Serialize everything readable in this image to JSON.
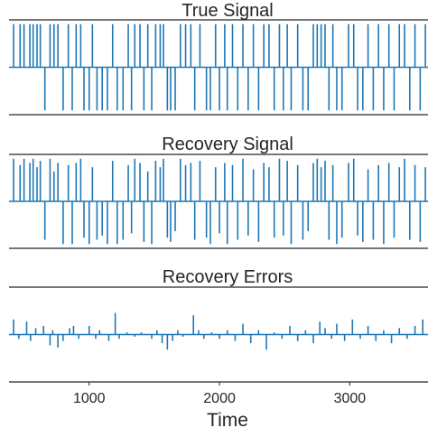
{
  "chart_data": {
    "type": "line",
    "xlabel": "Time",
    "x_ticks": [
      1000,
      2000,
      3000
    ],
    "x_range": [
      385,
      3600
    ],
    "grid": false,
    "line_color": "#1f77b4",
    "panels": [
      {
        "title": "True Signal",
        "ylim": [
          -1.1,
          1.1
        ],
        "spikes": [
          [
            420,
            1
          ],
          [
            470,
            1
          ],
          [
            500,
            1
          ],
          [
            545,
            1
          ],
          [
            570,
            1
          ],
          [
            600,
            1
          ],
          [
            625,
            1
          ],
          [
            660,
            -1
          ],
          [
            700,
            1
          ],
          [
            730,
            1
          ],
          [
            760,
            1
          ],
          [
            800,
            -1
          ],
          [
            840,
            1
          ],
          [
            870,
            -1
          ],
          [
            900,
            1
          ],
          [
            935,
            1
          ],
          [
            960,
            -1
          ],
          [
            1000,
            -1
          ],
          [
            1025,
            1
          ],
          [
            1060,
            -1
          ],
          [
            1100,
            -1
          ],
          [
            1140,
            -1
          ],
          [
            1180,
            1
          ],
          [
            1215,
            -1
          ],
          [
            1260,
            -1
          ],
          [
            1300,
            1
          ],
          [
            1325,
            -1
          ],
          [
            1350,
            1
          ],
          [
            1390,
            1
          ],
          [
            1420,
            -1
          ],
          [
            1450,
            1
          ],
          [
            1480,
            -1
          ],
          [
            1510,
            1
          ],
          [
            1545,
            1
          ],
          [
            1570,
            1
          ],
          [
            1600,
            -1
          ],
          [
            1625,
            -1
          ],
          [
            1660,
            -1
          ],
          [
            1700,
            1
          ],
          [
            1740,
            1
          ],
          [
            1780,
            1
          ],
          [
            1810,
            -1
          ],
          [
            1850,
            1
          ],
          [
            1900,
            -1
          ],
          [
            1930,
            -1
          ],
          [
            1970,
            1
          ],
          [
            2000,
            -1
          ],
          [
            2040,
            1
          ],
          [
            2060,
            -1
          ],
          [
            2100,
            1
          ],
          [
            2140,
            -1
          ],
          [
            2180,
            1
          ],
          [
            2220,
            -1
          ],
          [
            2260,
            1
          ],
          [
            2300,
            -1
          ],
          [
            2340,
            1
          ],
          [
            2380,
            1
          ],
          [
            2420,
            -1
          ],
          [
            2460,
            1
          ],
          [
            2490,
            -1
          ],
          [
            2520,
            1
          ],
          [
            2550,
            -1
          ],
          [
            2600,
            1
          ],
          [
            2640,
            -1
          ],
          [
            2680,
            -1
          ],
          [
            2720,
            1
          ],
          [
            2750,
            1
          ],
          [
            2780,
            1
          ],
          [
            2810,
            1
          ],
          [
            2840,
            -1
          ],
          [
            2870,
            1
          ],
          [
            2900,
            -1
          ],
          [
            2940,
            -1
          ],
          [
            2990,
            1
          ],
          [
            3030,
            1
          ],
          [
            3060,
            -1
          ],
          [
            3100,
            -1
          ],
          [
            3140,
            1
          ],
          [
            3180,
            -1
          ],
          [
            3220,
            1
          ],
          [
            3260,
            -1
          ],
          [
            3300,
            1
          ],
          [
            3340,
            -1
          ],
          [
            3380,
            1
          ],
          [
            3420,
            1
          ],
          [
            3460,
            -1
          ],
          [
            3500,
            1
          ],
          [
            3540,
            -1
          ],
          [
            3580,
            1
          ]
        ]
      },
      {
        "title": "Recovery Signal",
        "ylim": [
          -1.1,
          1.1
        ],
        "spikes": [
          [
            420,
            1
          ],
          [
            470,
            0.85
          ],
          [
            500,
            1
          ],
          [
            545,
            0.9
          ],
          [
            570,
            1
          ],
          [
            600,
            0.8
          ],
          [
            625,
            0.95
          ],
          [
            660,
            -0.9
          ],
          [
            700,
            1
          ],
          [
            730,
            0.7
          ],
          [
            760,
            0.9
          ],
          [
            800,
            -1
          ],
          [
            840,
            0.85
          ],
          [
            870,
            -1
          ],
          [
            900,
            0.9
          ],
          [
            935,
            1
          ],
          [
            960,
            -0.85
          ],
          [
            1000,
            -1
          ],
          [
            1025,
            0.8
          ],
          [
            1060,
            -0.9
          ],
          [
            1100,
            -0.8
          ],
          [
            1140,
            -1
          ],
          [
            1180,
            0.95
          ],
          [
            1215,
            -1
          ],
          [
            1260,
            -0.9
          ],
          [
            1300,
            0.85
          ],
          [
            1325,
            -0.75
          ],
          [
            1350,
            1
          ],
          [
            1390,
            0.9
          ],
          [
            1420,
            -0.95
          ],
          [
            1450,
            0.7
          ],
          [
            1480,
            -1
          ],
          [
            1510,
            0.95
          ],
          [
            1545,
            0.8
          ],
          [
            1570,
            1
          ],
          [
            1600,
            -0.85
          ],
          [
            1625,
            -0.95
          ],
          [
            1660,
            -0.7
          ],
          [
            1700,
            1
          ],
          [
            1740,
            0.85
          ],
          [
            1780,
            0.9
          ],
          [
            1810,
            -0.9
          ],
          [
            1850,
            0.95
          ],
          [
            1900,
            -0.85
          ],
          [
            1930,
            -1
          ],
          [
            1970,
            0.8
          ],
          [
            2000,
            -0.75
          ],
          [
            2040,
            0.9
          ],
          [
            2060,
            -1
          ],
          [
            2100,
            0.85
          ],
          [
            2140,
            -0.9
          ],
          [
            2180,
            1
          ],
          [
            2220,
            -0.8
          ],
          [
            2260,
            0.75
          ],
          [
            2300,
            -0.95
          ],
          [
            2340,
            0.9
          ],
          [
            2380,
            0.8
          ],
          [
            2420,
            -0.85
          ],
          [
            2460,
            1
          ],
          [
            2490,
            -0.8
          ],
          [
            2520,
            0.95
          ],
          [
            2550,
            -1
          ],
          [
            2600,
            0.85
          ],
          [
            2640,
            -0.9
          ],
          [
            2680,
            -0.7
          ],
          [
            2720,
            0.9
          ],
          [
            2750,
            1
          ],
          [
            2780,
            0.8
          ],
          [
            2810,
            0.95
          ],
          [
            2840,
            -0.9
          ],
          [
            2870,
            0.85
          ],
          [
            2900,
            -1
          ],
          [
            2940,
            -0.85
          ],
          [
            2990,
            0.9
          ],
          [
            3030,
            1
          ],
          [
            3060,
            -0.8
          ],
          [
            3100,
            -0.95
          ],
          [
            3140,
            0.75
          ],
          [
            3180,
            -0.9
          ],
          [
            3220,
            0.85
          ],
          [
            3260,
            -1
          ],
          [
            3300,
            0.9
          ],
          [
            3340,
            -0.85
          ],
          [
            3380,
            0.8
          ],
          [
            3420,
            1
          ],
          [
            3460,
            -0.9
          ],
          [
            3500,
            0.85
          ],
          [
            3540,
            -0.95
          ],
          [
            3580,
            0.8
          ]
        ]
      },
      {
        "title": "Recovery Errors",
        "ylim": [
          -1.1,
          1.1
        ],
        "spikes": [
          [
            420,
            0.35
          ],
          [
            460,
            -0.1
          ],
          [
            520,
            0.3
          ],
          [
            550,
            -0.15
          ],
          [
            590,
            0.15
          ],
          [
            650,
            0.2
          ],
          [
            700,
            -0.25
          ],
          [
            720,
            0.1
          ],
          [
            760,
            -0.3
          ],
          [
            800,
            -0.15
          ],
          [
            850,
            0.15
          ],
          [
            880,
            0.2
          ],
          [
            920,
            -0.1
          ],
          [
            1000,
            0.2
          ],
          [
            1050,
            -0.1
          ],
          [
            1080,
            0.1
          ],
          [
            1150,
            -0.15
          ],
          [
            1200,
            0.5
          ],
          [
            1230,
            -0.1
          ],
          [
            1290,
            0.05
          ],
          [
            1350,
            -0.05
          ],
          [
            1400,
            0.05
          ],
          [
            1480,
            -0.1
          ],
          [
            1520,
            0.1
          ],
          [
            1560,
            -0.2
          ],
          [
            1600,
            -0.35
          ],
          [
            1640,
            -0.15
          ],
          [
            1680,
            0.1
          ],
          [
            1720,
            -0.05
          ],
          [
            1800,
            0.45
          ],
          [
            1840,
            0.1
          ],
          [
            1880,
            -0.1
          ],
          [
            1940,
            0.05
          ],
          [
            2000,
            -0.1
          ],
          [
            2060,
            0.1
          ],
          [
            2120,
            -0.15
          ],
          [
            2180,
            0.25
          ],
          [
            2240,
            -0.2
          ],
          [
            2300,
            0.1
          ],
          [
            2360,
            -0.35
          ],
          [
            2420,
            0.05
          ],
          [
            2480,
            -0.1
          ],
          [
            2540,
            0.2
          ],
          [
            2600,
            -0.15
          ],
          [
            2660,
            0.1
          ],
          [
            2720,
            -0.2
          ],
          [
            2770,
            0.3
          ],
          [
            2810,
            0.15
          ],
          [
            2860,
            -0.1
          ],
          [
            2900,
            0.25
          ],
          [
            2960,
            -0.15
          ],
          [
            3020,
            0.35
          ],
          [
            3080,
            -0.1
          ],
          [
            3140,
            0.2
          ],
          [
            3200,
            -0.15
          ],
          [
            3260,
            0.1
          ],
          [
            3320,
            -0.2
          ],
          [
            3380,
            0.15
          ],
          [
            3440,
            -0.1
          ],
          [
            3500,
            0.2
          ],
          [
            3560,
            0.35
          ]
        ]
      }
    ]
  }
}
